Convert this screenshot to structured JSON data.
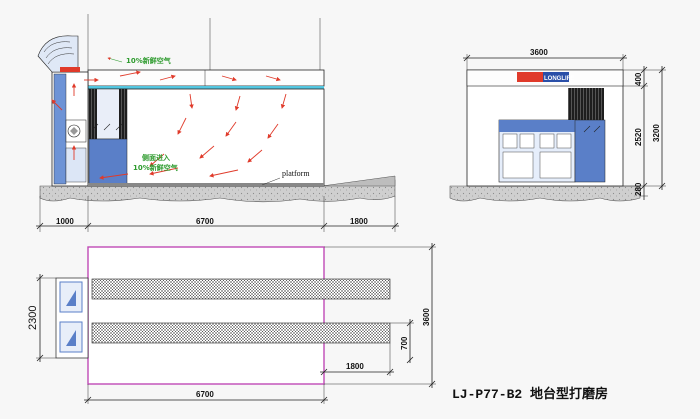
{
  "side_view": {
    "note_fresh_air_top": "10%新鲜空气",
    "note_side_intake": "侧面进入",
    "note_fresh_air_bottom": "10%新鲜空气",
    "platform_label": "platform",
    "dim_left": "1000",
    "dim_mid": "6700",
    "dim_right": "1800"
  },
  "front_view": {
    "dim_width": "3600",
    "dim_top": "400",
    "dim_mid": "2520",
    "dim_total": "3200",
    "dim_bottom": "280",
    "logo_text": "LONGLIFE"
  },
  "plan_view": {
    "dim_width_left": "2300",
    "dim_height": "3600",
    "dim_trench": "700",
    "dim_ext": "1800",
    "dim_length": "6700"
  },
  "title": "LJ-P77-B2  地台型打磨房",
  "colors": {
    "arrow": "#e03a2a",
    "booth_blue": "#5a7fc8",
    "rail_cyan": "#53c6e0",
    "boundary": "#c04ab6",
    "fresh_air": "#2e9b2e"
  }
}
